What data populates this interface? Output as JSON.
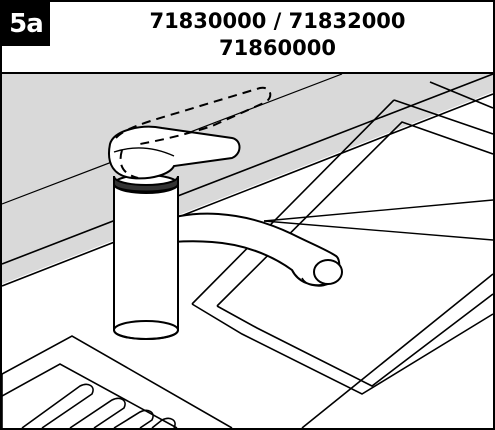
{
  "step": {
    "label": "5a"
  },
  "title": {
    "line1": "71830000 / 71832000",
    "line2": "71860000"
  },
  "colors": {
    "wall": "#d9d9d9",
    "countertop": "#ffffff",
    "outline": "#000000",
    "badge_bg": "#000000",
    "badge_text": "#ffffff"
  }
}
